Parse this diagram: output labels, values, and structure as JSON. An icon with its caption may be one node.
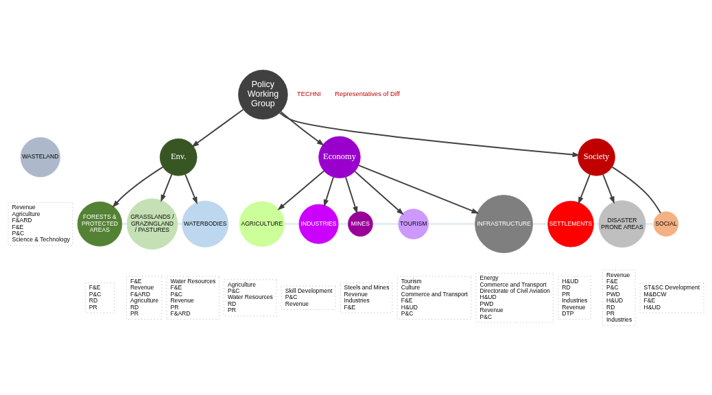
{
  "diagram": {
    "nodes": [
      {
        "text": [
          "FORESTS & PROTECTED AREAS"
        ]
      },
      {
        "text": [
          "F&E",
          "P&C",
          "RD",
          "PR"
        ]
      },
      {
        "text": [
          "GRASSLANDS / GRAZINGLAND / PASTURES"
        ]
      },
      {
        "text": [
          "F&E",
          "Revenue",
          "F&ARD",
          "Agriculture",
          "RD",
          "PR"
        ]
      },
      {
        "text": [
          "WATERBODIES"
        ]
      },
      {
        "text": [
          "Water Resources",
          "F&E",
          "P&C",
          "Revenue",
          "PR",
          "F&ARD"
        ]
      },
      {
        "text": [
          "AGRICULTURE"
        ]
      },
      {
        "text": [
          "Agriculture",
          "P&C",
          "Water Resources",
          "RD",
          "PR"
        ]
      },
      {
        "text": [
          "INDUSTRIES"
        ]
      },
      {
        "text": [
          "Skill Development",
          "P&C",
          "Revenue"
        ]
      },
      {
        "text": [
          "MINES"
        ]
      },
      {
        "text": [
          "Steels and Mines",
          "Revenue",
          "Industries",
          "F&E"
        ]
      },
      {
        "text": [
          "WASTELAND"
        ]
      },
      {
        "text": [
          "Revenue",
          "Agriculture",
          "F&ARD",
          "F&E",
          "P&C",
          "Science & Technology"
        ]
      },
      {
        "text": [
          "TOURISM"
        ]
      },
      {
        "text": [
          "Tourism",
          "Culture",
          "Commerce and Transport",
          "F&E",
          "H&UD",
          "P&C"
        ]
      },
      {
        "text": [
          "INFRASTRUCTURE"
        ]
      },
      {
        "text": [
          "Energy",
          "Commerce and Transport",
          "Directorate of Civil Aviation",
          "H&UD",
          "PWD",
          "Revenue",
          "P&C"
        ]
      },
      {
        "text": [
          "Env."
        ]
      },
      {
        "text": [
          "Economy"
        ]
      },
      {
        "text": [
          "SETTLEMENTS"
        ]
      },
      {
        "text": [
          "H&UD",
          "RD",
          "PR",
          "Industries",
          "Revenue",
          "DTP"
        ]
      },
      {
        "text": [
          "Revenue",
          "F&E",
          "P&C",
          "PWD",
          "H&UD",
          "RD",
          "PR",
          "Industries"
        ]
      },
      {
        "text": [
          "DISASTER PRONE AREAS"
        ]
      },
      {
        "text": [
          "Policy Working Group"
        ]
      },
      {
        "text": [
          "Society"
        ]
      },
      {
        "text": [
          "ST&SC Development",
          "M&BCW",
          "F&E",
          "H&UD"
        ]
      },
      {
        "text": [
          "SOCIAL"
        ]
      }
    ],
    "edges": [
      {
        "from": 24,
        "to": 18,
        "arrow": "to"
      },
      {
        "from": 18,
        "to": 0,
        "arrow": "to"
      },
      {
        "from": 18,
        "to": 2,
        "arrow": "to"
      },
      {
        "from": 18,
        "to": 4,
        "arrow": "to"
      },
      {
        "from": 24,
        "to": 19,
        "arrow": "to"
      },
      {
        "from": 24,
        "to": 25,
        "arrow": "to"
      },
      {
        "from": 19,
        "to": 6,
        "arrow": "to"
      },
      {
        "from": 19,
        "to": 8,
        "arrow": "to"
      },
      {
        "from": 19,
        "to": 10,
        "arrow": "to"
      },
      {
        "from": 19,
        "to": 14,
        "arrow": "to"
      },
      {
        "from": 19,
        "to": 16,
        "arrow": "to"
      },
      {
        "from": 25,
        "to": 20,
        "arrow": "to"
      },
      {
        "from": 25,
        "to": 23,
        "arrow": "to"
      },
      {
        "from": 25,
        "to": 27,
        "arrow": "none"
      },
      {
        "from": 0,
        "to": 2,
        "arrow": "none",
        "color": "#9dc3e6"
      },
      {
        "from": 2,
        "to": 4,
        "arrow": "none",
        "color": "#9dc3e6"
      },
      {
        "from": 6,
        "to": 8,
        "arrow": "none",
        "color": "#9dc3e6"
      },
      {
        "from": 8,
        "to": 10,
        "arrow": "none",
        "color": "#9dc3e6"
      },
      {
        "from": 10,
        "to": 14,
        "arrow": "none",
        "color": "#9dc3e6"
      },
      {
        "from": 14,
        "to": 16,
        "arrow": "none",
        "color": "#9dc3e6"
      },
      {
        "from": 16,
        "to": 20,
        "arrow": "none",
        "color": "#9dc3e6"
      },
      {
        "from": 20,
        "to": 23,
        "arrow": "none",
        "color": "#9dc3e6"
      },
      {
        "from": 23,
        "to": 27,
        "arrow": "none",
        "color": "#9dc3e6"
      }
    ],
    "labels": [
      "TECHNI",
      "Representatives of Diff"
    ]
  }
}
